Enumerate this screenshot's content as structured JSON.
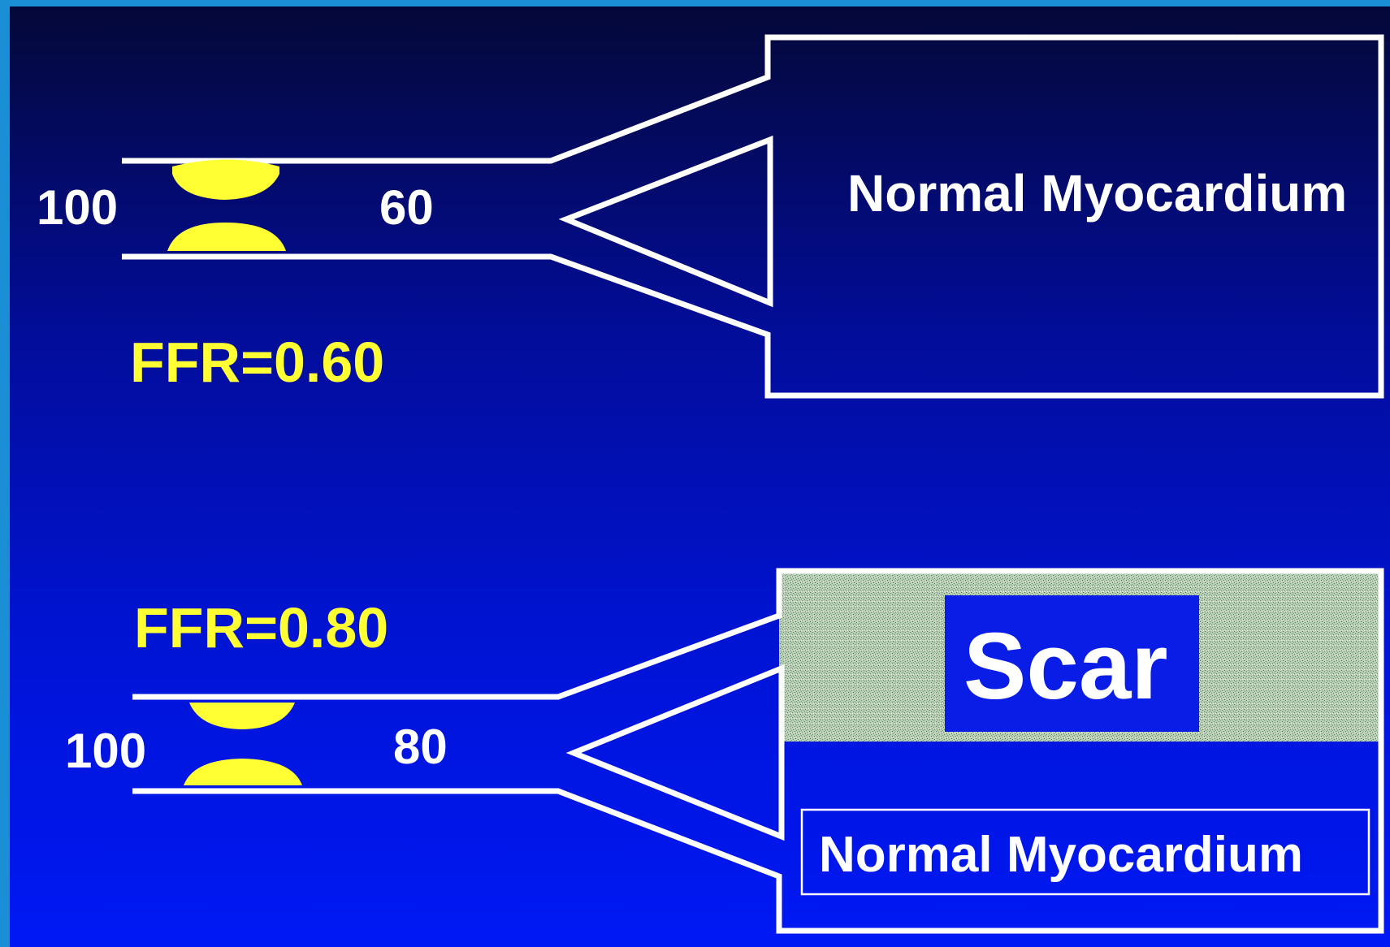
{
  "diagram": {
    "top": {
      "pressure_in": "100",
      "pressure_out": "60",
      "ffr": "FFR=0.60",
      "territory_label": "Normal Myocardium"
    },
    "bottom": {
      "pressure_in": "100",
      "pressure_out": "80",
      "ffr": "FFR=0.80",
      "scar_label": "Scar",
      "territory_label": "Normal Myocardium"
    }
  },
  "colors": {
    "frame_blue": "#1a8fd6",
    "panel_dark": "#040838",
    "panel_bright": "#0016ee",
    "outline": "#ffffff",
    "plaque": "#ffff33",
    "ffr_text": "#ffff33",
    "scar_texture": "#a8c2a8",
    "scar_label_bg": "#0a1de6"
  }
}
